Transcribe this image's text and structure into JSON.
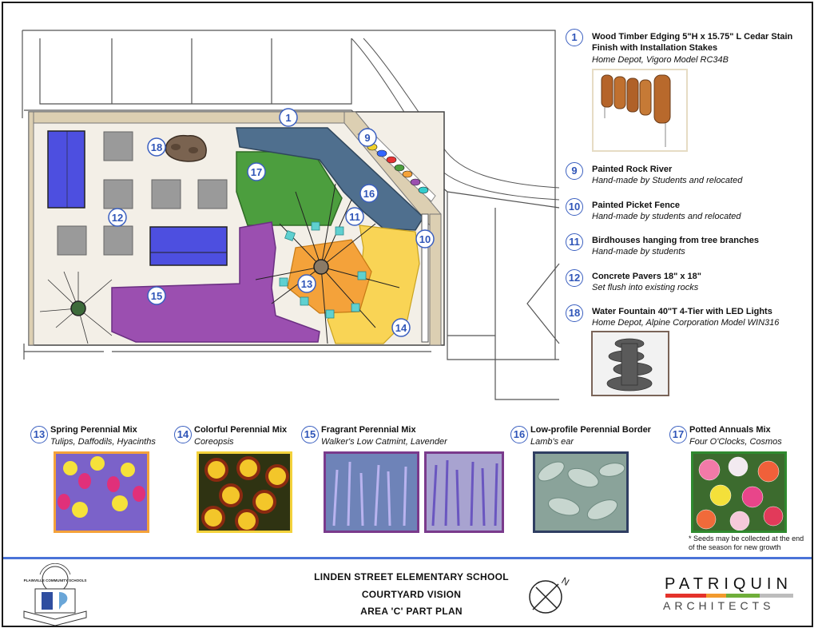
{
  "colors": {
    "accent_blue": "#2f55b8",
    "rule_blue": "#4a73d8",
    "orange": "#f4a23a",
    "yellow": "#f9d455",
    "purple": "#9b4fb0",
    "green": "#4c9e3e",
    "slate": "#4f6f8e",
    "paver_blue": "#4d4fe0",
    "brand_red": "#e4322b",
    "brand_green": "#6fae3a"
  },
  "plan_labels": {
    "n1": "1",
    "n9": "9",
    "n10": "10",
    "n11": "11",
    "n12": "12",
    "n13": "13",
    "n14": "14",
    "n15": "15",
    "n16": "16",
    "n17": "17",
    "n18": "18"
  },
  "legend": [
    {
      "num": "1",
      "title": "Wood Timber Edging 5\"H x 15.75\" L Cedar Stain",
      "title2": "Finish with Installation Stakes",
      "sub": "Home Depot, Vigoro Model RC34B"
    },
    {
      "num": "9",
      "title": "Painted Rock River",
      "sub": "Hand-made by Students and relocated"
    },
    {
      "num": "10",
      "title": "Painted Picket Fence",
      "sub": "Hand-made by students and relocated"
    },
    {
      "num": "11",
      "title": "Birdhouses hanging from tree branches",
      "sub": "Hand-made by students"
    },
    {
      "num": "12",
      "title": "Concrete Pavers 18\" x 18\"",
      "sub": "Set flush into existing rocks"
    },
    {
      "num": "18",
      "title": "Water Fountain 40\"T 4-Tier with LED Lights",
      "sub": "Home Depot, Alpine Corporation Model WIN316"
    }
  ],
  "swatches": [
    {
      "num": "13",
      "title": "Spring Perennial Mix",
      "sub": "Tulips, Daffodils, Hyacinths"
    },
    {
      "num": "14",
      "title": "Colorful Perennial Mix",
      "sub": "Coreopsis"
    },
    {
      "num": "15",
      "title": "Fragrant Perennial Mix",
      "sub": "Walker's Low Catmint, Lavender"
    },
    {
      "num": "16",
      "title": "Low-profile Perennial Border",
      "sub": "Lamb's ear"
    },
    {
      "num": "17",
      "title": "Potted Annuals Mix",
      "sub": "Four O'Clocks, Cosmos"
    }
  ],
  "note": "* Seeds may be collected at the end of the season for new growth",
  "footer": {
    "line1": "LINDEN STREET ELEMENTARY SCHOOL",
    "line2": "COURTYARD VISION",
    "line3": "AREA 'C' PART PLAN",
    "brand_top": "PATRIQUIN",
    "brand_bottom": "ARCHITECTS",
    "north": "N",
    "school_logo_text": "PLAINVILLE COMMUNITY SCHOOLS"
  },
  "icons": {
    "north_arrow": "north-arrow-icon",
    "school_logo": "school-logo-icon"
  }
}
